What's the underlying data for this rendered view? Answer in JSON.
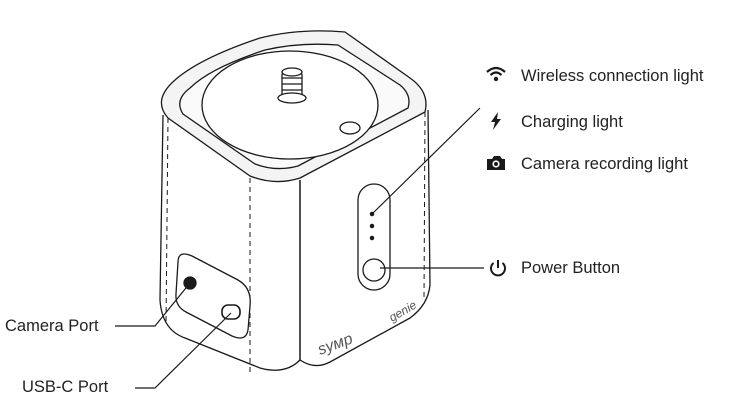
{
  "labels": {
    "wireless": "Wireless connection light",
    "charging": "Charging light",
    "camera_light": "Camera recording light",
    "power": "Power Button",
    "camera_port": "Camera Port",
    "usbc_port": "USB-C Port"
  },
  "device_text": {
    "brand_front": "syмp",
    "brand_side": "genie"
  },
  "icons": {
    "wireless": "wifi-icon",
    "charging": "lightning-bolt-icon",
    "camera_light": "camera-icon",
    "power": "power-icon"
  },
  "colors": {
    "line": "#1a1a1a",
    "device_fill": "#f2f2f2",
    "text": "#222222"
  }
}
